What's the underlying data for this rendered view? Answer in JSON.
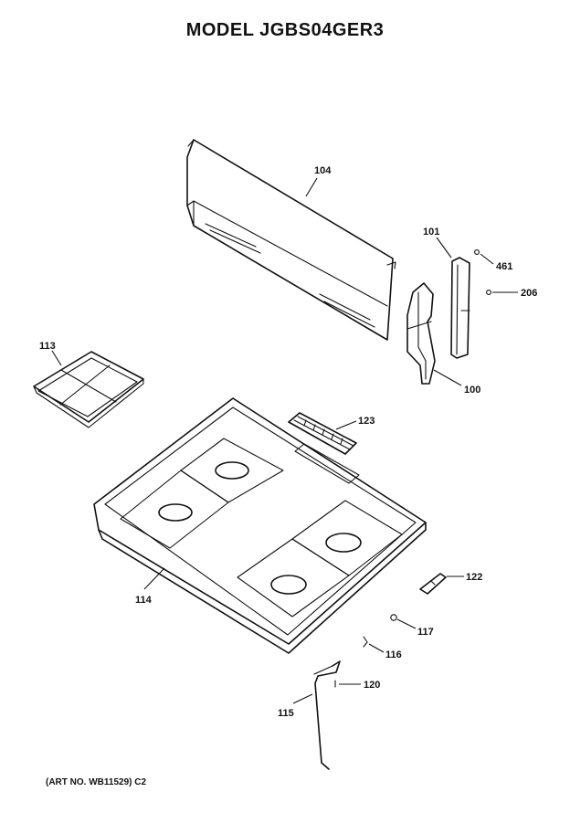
{
  "title": "MODEL JGBS04GER3",
  "art_number": "(ART NO. WB11529) C2",
  "callouts": {
    "p104": "104",
    "p101": "101",
    "p461": "461",
    "p206": "206",
    "p100": "100",
    "p113": "113",
    "p123": "123",
    "p114": "114",
    "p122": "122",
    "p117": "117",
    "p116": "116",
    "p120": "120",
    "p115": "115"
  }
}
